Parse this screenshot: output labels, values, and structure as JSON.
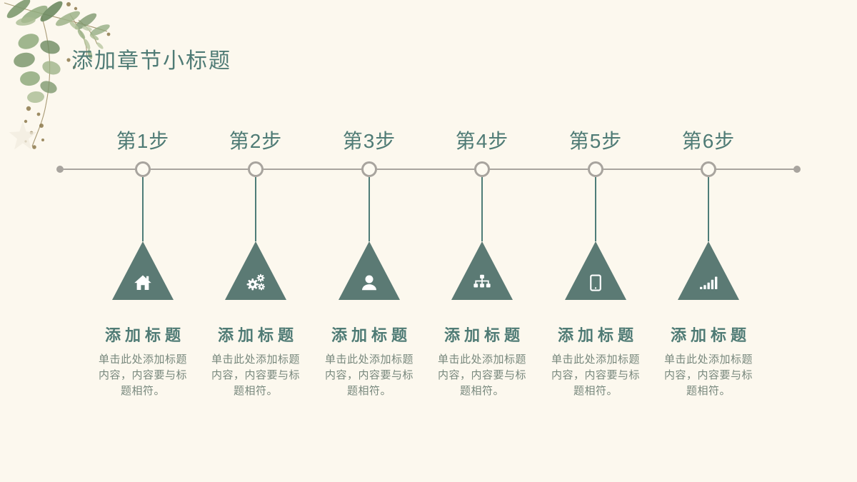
{
  "slide": {
    "title": "添加章节小标题"
  },
  "colors": {
    "background": "#fcf8ee",
    "accent_teal": "#4f7b75",
    "triangle_fill": "#5b7a74",
    "connector_teal": "#4e7d78",
    "timeline_gray": "#a8a49e",
    "body_text": "#78887d"
  },
  "decorations": {
    "leaf_branch": "watercolor-leaf-branch",
    "star_watermark": "faint-star"
  },
  "steps": [
    {
      "step_label": "第1步",
      "icon": "home-icon",
      "heading": "添加标题",
      "body": "单击此处添加标题内容，内容要与标题相符。"
    },
    {
      "step_label": "第2步",
      "icon": "gears-icon",
      "heading": "添加标题",
      "body": "单击此处添加标题内容，内容要与标题相符。"
    },
    {
      "step_label": "第3步",
      "icon": "user-icon",
      "heading": "添加标题",
      "body": "单击此处添加标题内容，内容要与标题相符。"
    },
    {
      "step_label": "第4步",
      "icon": "sitemap-icon",
      "heading": "添加标题",
      "body": "单击此处添加标题内容，内容要与标题相符。"
    },
    {
      "step_label": "第5步",
      "icon": "tablet-icon",
      "heading": "添加标题",
      "body": "单击此处添加标题内容，内容要与标题相符。"
    },
    {
      "step_label": "第6步",
      "icon": "signal-bars-icon",
      "heading": "添加标题",
      "body": "单击此处添加标题内容，内容要与标题相符。"
    }
  ]
}
